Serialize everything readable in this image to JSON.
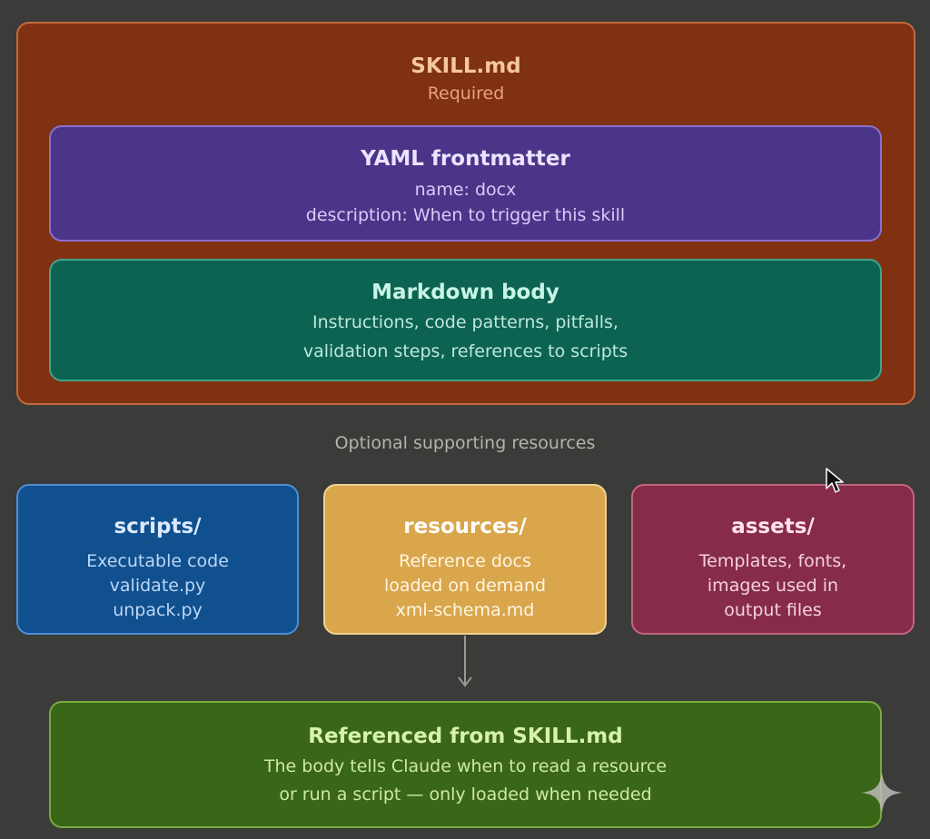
{
  "skill": {
    "title": "SKILL.md",
    "subtitle": "Required",
    "frontmatter": {
      "title": "YAML frontmatter",
      "lines": [
        "name: docx",
        "description: When to trigger this skill"
      ]
    },
    "body": {
      "title": "Markdown body",
      "lines": [
        "Instructions, code patterns, pitfalls,",
        "validation steps, references to scripts"
      ]
    }
  },
  "optional_caption": "Optional supporting resources",
  "resources": [
    {
      "title": "scripts/",
      "lines": [
        "Executable code",
        "validate.py",
        "unpack.py"
      ]
    },
    {
      "title": "resources/",
      "lines": [
        "Reference docs",
        "loaded on demand",
        "xml-schema.md"
      ]
    },
    {
      "title": "assets/",
      "lines": [
        "Templates, fonts,",
        "images used in",
        "output files"
      ]
    }
  ],
  "referenced": {
    "title": "Referenced from SKILL.md",
    "lines": [
      "The body tells Claude when to read a resource",
      "or run a script — only loaded when needed"
    ]
  },
  "colors": {
    "skill_bg": "#7f3112",
    "frontmatter_bg": "#4b3589",
    "body_bg": "#0d6351",
    "scripts_bg": "#10508e",
    "resources_bg": "#d9a64c",
    "assets_bg": "#862c49",
    "referenced_bg": "#3a6618",
    "page_bg": "#3b3b39"
  },
  "icons": [
    "arrow-down-icon",
    "mouse-cursor-icon",
    "sparkle-icon"
  ]
}
